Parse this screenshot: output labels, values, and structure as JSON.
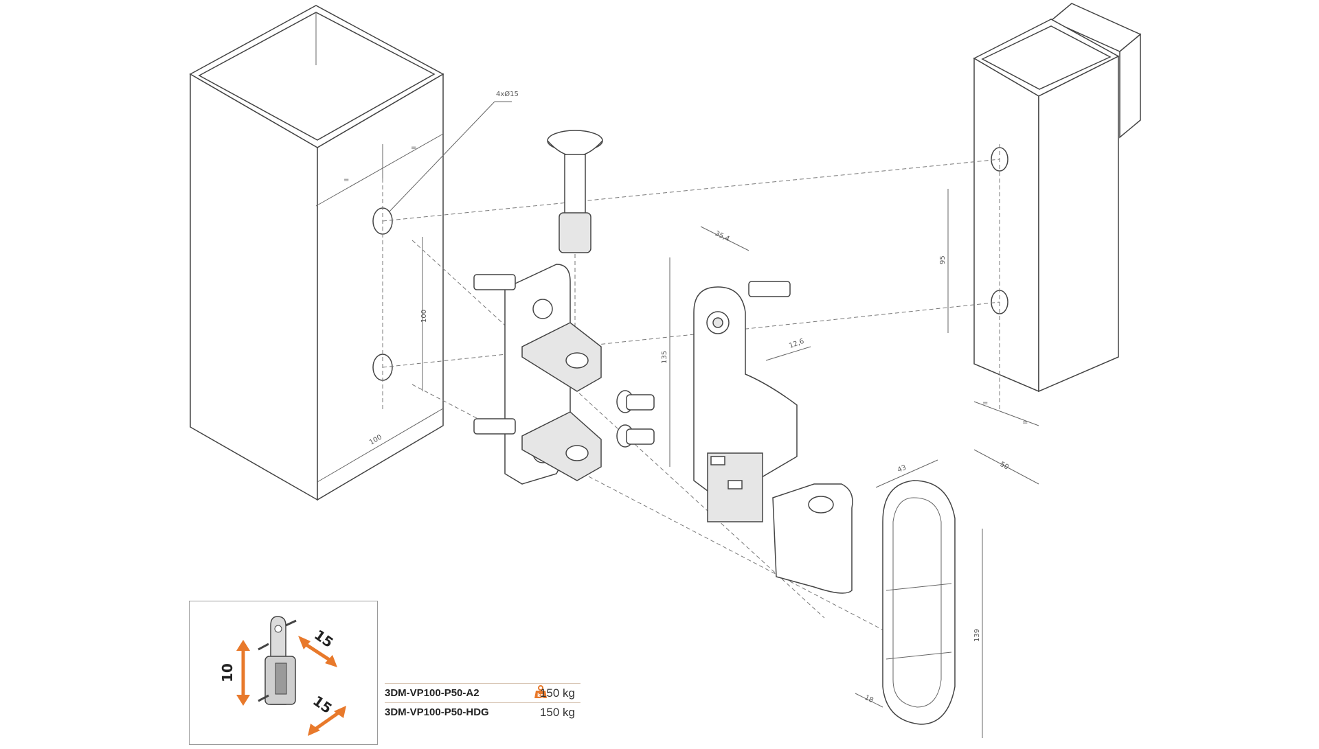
{
  "dimensions": {
    "holes": "4xØ15",
    "eq": "=",
    "post_left_hole_spacing": "100",
    "post_left_width": "100",
    "post_right_hole_spacing": "95",
    "post_right_width": "50",
    "bracket_height": "135",
    "bracket_width": "35,4",
    "bracket_offset": "12,6",
    "cover_width": "43",
    "cover_height": "139",
    "cover_depth": "18"
  },
  "inset": {
    "vertical_adjust": "10",
    "horizontal_adjust_top": "15",
    "horizontal_adjust_bottom": "15",
    "arrow_color": "#e8792b"
  },
  "weight_icon": {
    "name": "weight-icon",
    "label": "kg",
    "color": "#e8792b"
  },
  "products": [
    {
      "code": "3DM-VP100-P50-A2",
      "load": "150 kg"
    },
    {
      "code": "3DM-VP100-P50-HDG",
      "load": "150 kg"
    }
  ]
}
